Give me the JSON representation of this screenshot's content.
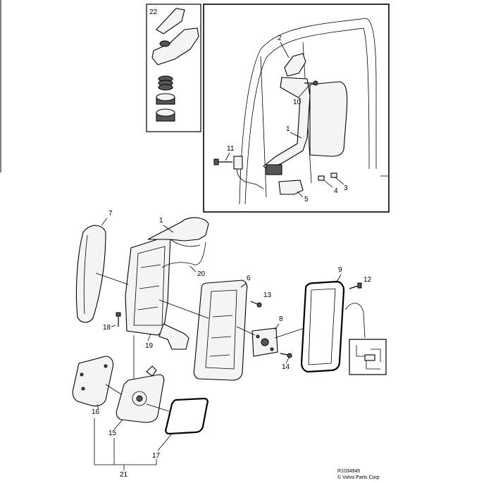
{
  "drawing_id": "R1034945",
  "copyright": "© Volvo Parts Corp",
  "callouts": {
    "c1_top": "1",
    "c2": "2",
    "c3": "3",
    "c4": "4",
    "c5": "5",
    "c10": "10",
    "c11": "11",
    "c22": "22",
    "c1_main": "1",
    "c6": "6",
    "c7": "7",
    "c8": "8",
    "c9": "9",
    "c12": "12",
    "c13": "13",
    "c14": "14",
    "c15": "15",
    "c16": "16",
    "c17": "17",
    "c18": "18",
    "c19": "19",
    "c20": "20",
    "c21": "21"
  }
}
